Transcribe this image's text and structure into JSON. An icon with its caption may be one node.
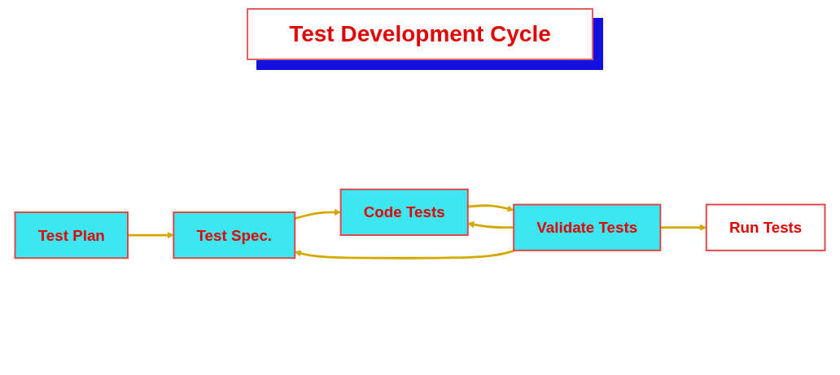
{
  "diagram": {
    "title": "Test Development Cycle",
    "nodes": [
      {
        "text": [
          "Test Plan"
        ]
      },
      {
        "text": [
          "Test Spec."
        ]
      },
      {
        "text": [
          "Code Tests"
        ]
      },
      {
        "text": [
          "Validate Tests"
        ]
      },
      {
        "text": [
          "Run Tests"
        ]
      }
    ],
    "edges": [
      {
        "from": 0,
        "to": 1,
        "arrow": "to"
      },
      {
        "from": 1,
        "to": 2,
        "arrow": "to"
      },
      {
        "from": 2,
        "to": 3,
        "arrow": "to"
      },
      {
        "from": 3,
        "to": 4,
        "arrow": "to"
      },
      {
        "from": 3,
        "to": 1,
        "arrow": "to"
      },
      {
        "from": 3,
        "to": 2,
        "arrow": "to"
      }
    ]
  }
}
